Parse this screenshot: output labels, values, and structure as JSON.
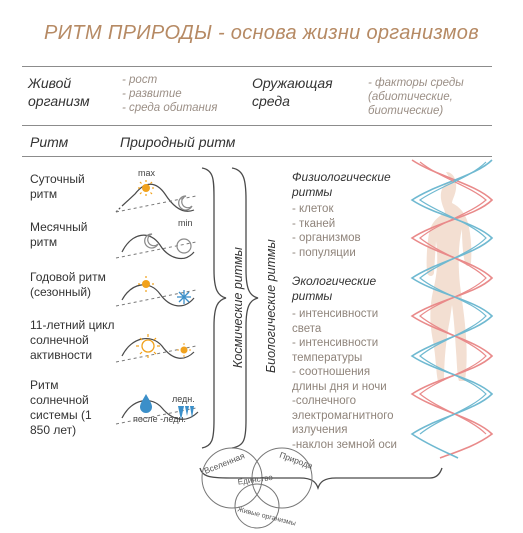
{
  "title": "РИТМ ПРИРОДЫ - основа жизни организмов",
  "header_row": {
    "living": "Живой организм",
    "living_items": [
      "- рост",
      "- развитие",
      "- среда обитания"
    ],
    "environment": "Оружающая среда",
    "environment_items": [
      "- факторы среды",
      "(абиотические,",
      "биотические)"
    ]
  },
  "rhythm_header": {
    "rhythm": "Ритм",
    "natural": "Природный ритм"
  },
  "rhythms": [
    {
      "label": "Суточный ритм",
      "marks": [
        "max",
        "min"
      ]
    },
    {
      "label": "Месячный ритм",
      "marks": []
    },
    {
      "label": "Годовой ритм (сезонный)",
      "marks": []
    },
    {
      "label": "11-летний цикл солнечной активности",
      "marks": []
    },
    {
      "label": "Ритм солнечной системы (1 850 лет)",
      "marks": [
        "ледн.",
        "после -ледн."
      ]
    }
  ],
  "vertical": {
    "cosmic": "Космические ритмы",
    "biological": "Биологические ритмы"
  },
  "physiological": {
    "heading": "Физиологические ритмы",
    "items": [
      "- клеток",
      "- тканей",
      "- организмов",
      "- популяции"
    ]
  },
  "ecological": {
    "heading": "Экологические ритмы",
    "items": [
      "- интенсивности",
      "света",
      "- интенсивности",
      "температуры",
      "- соотношения",
      "длины дня и ночи",
      "-солнечного",
      "электромагнитного",
      "излучения",
      "-наклон земной оси"
    ]
  },
  "venn": {
    "universe": "Вселенная",
    "nature": "Природа",
    "unity": "Единство",
    "living": "Живые организмы"
  },
  "colors": {
    "title": "#b68a64",
    "sun": "#f1a21d",
    "moon": "#9a9a9a",
    "snow": "#3b8fc9",
    "drop": "#3b8fc9",
    "helix_red": "#e98a8a",
    "helix_blue": "#6fb9d1",
    "silhouette": "#f3dfd2"
  }
}
